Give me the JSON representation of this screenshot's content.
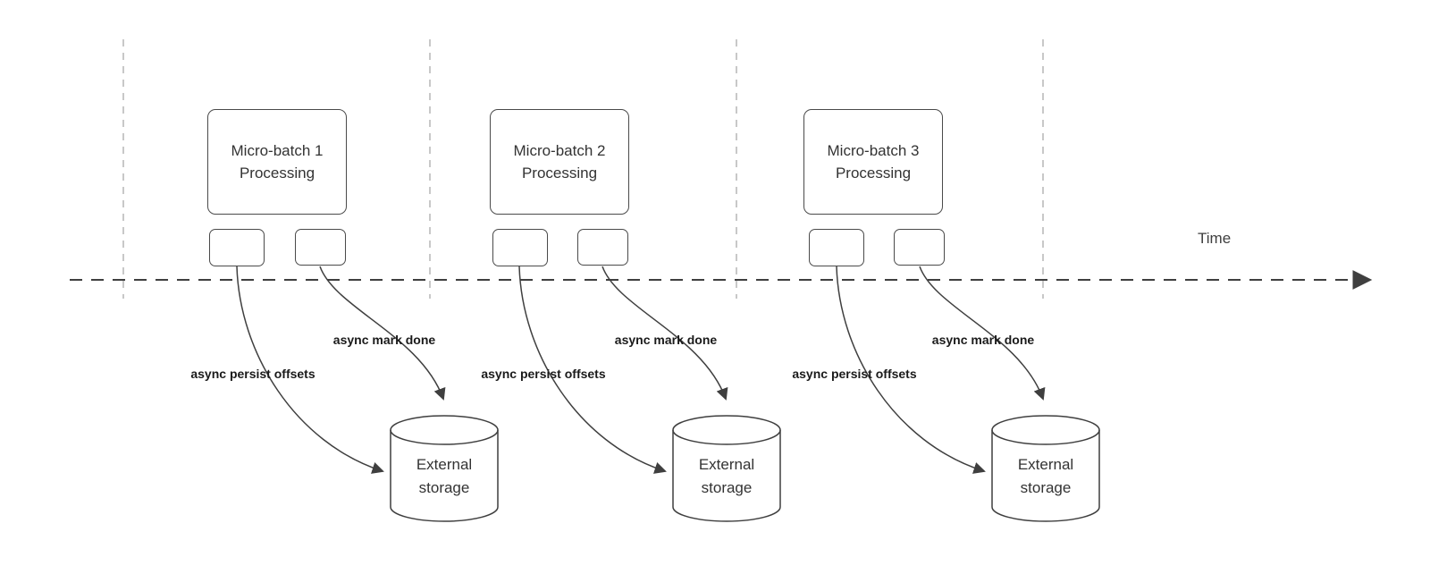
{
  "diagram": {
    "time_label": "Time",
    "batches": [
      {
        "title": "Micro-batch 1\nProcessing",
        "persist_label": "async persist offsets",
        "mark_done_label": "async mark done",
        "storage_label": "External\nstorage"
      },
      {
        "title": "Micro-batch 2\nProcessing",
        "persist_label": "async persist offsets",
        "mark_done_label": "async mark done",
        "storage_label": "External\nstorage"
      },
      {
        "title": "Micro-batch 3\nProcessing",
        "persist_label": "async persist offsets",
        "mark_done_label": "async mark done",
        "storage_label": "External\nstorage"
      }
    ],
    "colors": {
      "stroke": "#3f3f3f",
      "gridline": "#b5b5b5",
      "box_border": "#4a4a4a",
      "text": "#333333",
      "bold_label": "#1a1a1a",
      "background": "#ffffff"
    }
  }
}
